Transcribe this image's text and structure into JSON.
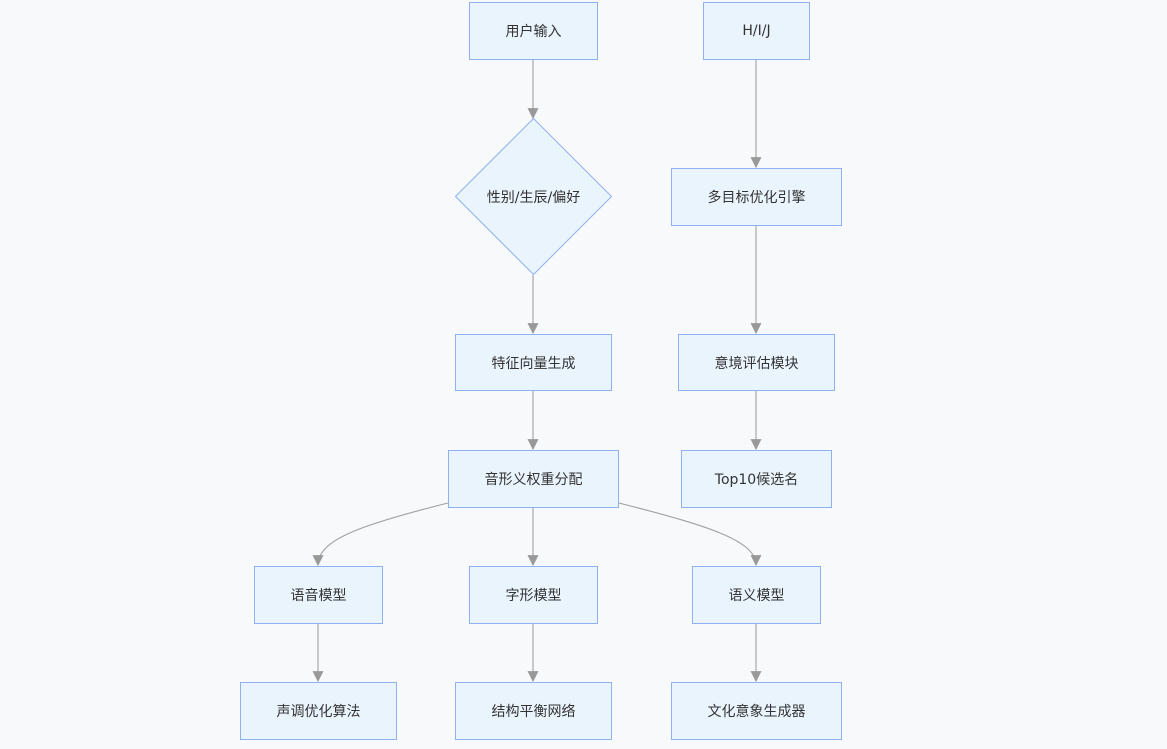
{
  "colors": {
    "background": "#f8f9fa",
    "node_fill": "#eaf4fd",
    "node_stroke": "#8fb1f2",
    "edge": "#a0a0a0",
    "text": "#333333"
  },
  "nodes": {
    "user_input": "用户输入",
    "hij": "H/I/J",
    "decision": "性别/生辰/偏好",
    "multi_objective": "多目标优化引擎",
    "feature_vector": "特征向量生成",
    "artistic_eval": "意境评估模块",
    "weight_alloc": "音形义权重分配",
    "top10": "Top10候选名",
    "phonetic_model": "语音模型",
    "glyph_model": "字形模型",
    "semantic_model": "语义模型",
    "tone_opt": "声调优化算法",
    "structure_net": "结构平衡网络",
    "culture_gen": "文化意象生成器"
  }
}
